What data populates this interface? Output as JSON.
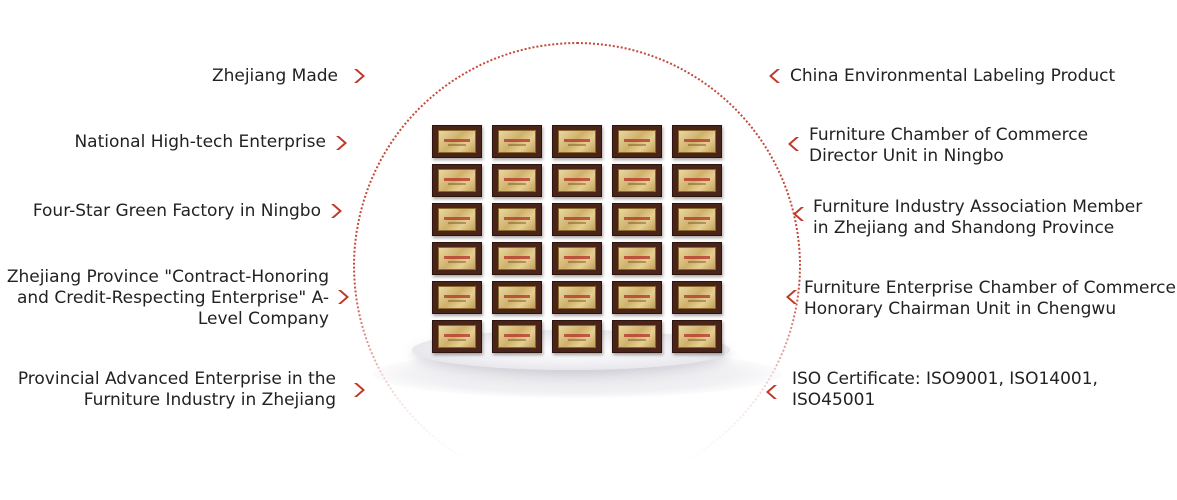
{
  "left_items": [
    {
      "text": "Zhejiang Made"
    },
    {
      "text": "National High-tech Enterprise"
    },
    {
      "text": "Four-Star Green Factory in Ningbo"
    },
    {
      "text": "Zhejiang Province \"Contract-Honoring and Credit-Respecting Enterprise\" A-Level Company"
    },
    {
      "text": "Provincial Advanced Enterprise in the Furniture Industry in Zhejiang"
    }
  ],
  "right_items": [
    {
      "text": "China Environmental Labeling Product"
    },
    {
      "text": "Furniture Chamber of Commerce Director Unit in Ningbo"
    },
    {
      "text": "Furniture Industry Association Member in Zhejiang and Shandong Province"
    },
    {
      "text": "Furniture Enterprise Chamber of Commerce Honorary Chairman Unit in Chengwu"
    },
    {
      "text": "ISO Certificate: ISO9001, ISO14001, ISO45001"
    }
  ],
  "colors": {
    "accent": "#c0392b",
    "ring": "#c44a3b",
    "frame": "#4a2418",
    "plaque": "#d8bd7a"
  },
  "icons": {
    "left_arrow": "chevron-right-icon",
    "right_arrow": "chevron-left-icon"
  },
  "certificate_count": 30
}
